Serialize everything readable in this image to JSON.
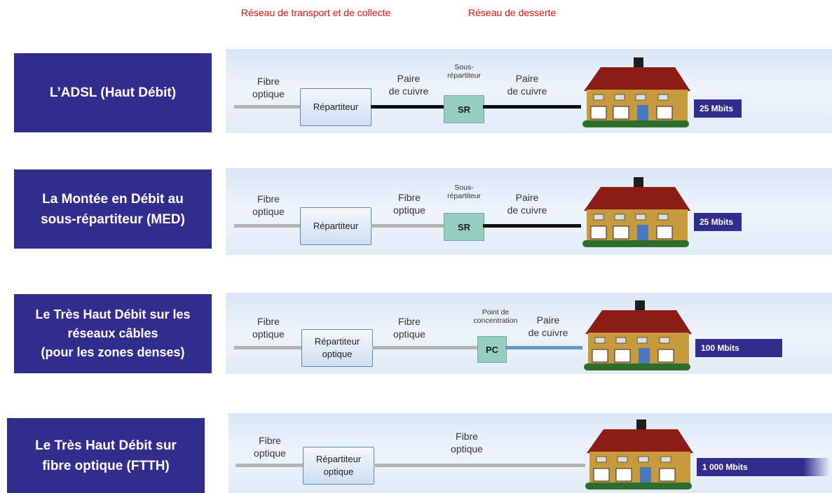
{
  "headers": {
    "transport": "Réseau de transport et de collecte",
    "desserte": "Réseau de desserte"
  },
  "rows": [
    {
      "title": "L’ADSL (Haut Débit)",
      "fibre1": "Fibre\noptique",
      "repartiteur": "Répartiteur",
      "mid": "Paire\nde cuivre",
      "node_label": "Sous-\nrépartiteur",
      "node": "SR",
      "last": "Paire\nde cuivre",
      "speed": "25 Mbits"
    },
    {
      "title": "La Montée en Débit au\nsous-répartiteur (MED)",
      "fibre1": "Fibre\noptique",
      "repartiteur": "Répartiteur",
      "mid": "Fibre\noptique",
      "node_label": "Sous-\nrépartiteur",
      "node": "SR",
      "last": "Paire\nde cuivre",
      "speed": "25 Mbits"
    },
    {
      "title": "Le Très Haut Débit sur les\nréseaux câbles\n(pour les zones denses)",
      "fibre1": "Fibre\noptique",
      "repartiteur": "Répartiteur\noptique",
      "mid": "Fibre\noptique",
      "node_label": "Point de\nconcentration",
      "node": "PC",
      "last": "Paire\nde cuivre",
      "speed": "100 Mbits"
    },
    {
      "title": "Le Très Haut Débit sur\nfibre optique (FTTH)",
      "fibre1": "Fibre\noptique",
      "repartiteur": "Répartiteur\noptique",
      "mid": "Fibre\noptique",
      "speed": "1 000 Mbits"
    }
  ],
  "colors": {
    "title_bg": "#302d8c",
    "header_text": "#e01010",
    "copper": "#101010",
    "fibre": "#b3b3b3",
    "coax": "#5f9bc9",
    "speed_bg": "#302d8c"
  }
}
